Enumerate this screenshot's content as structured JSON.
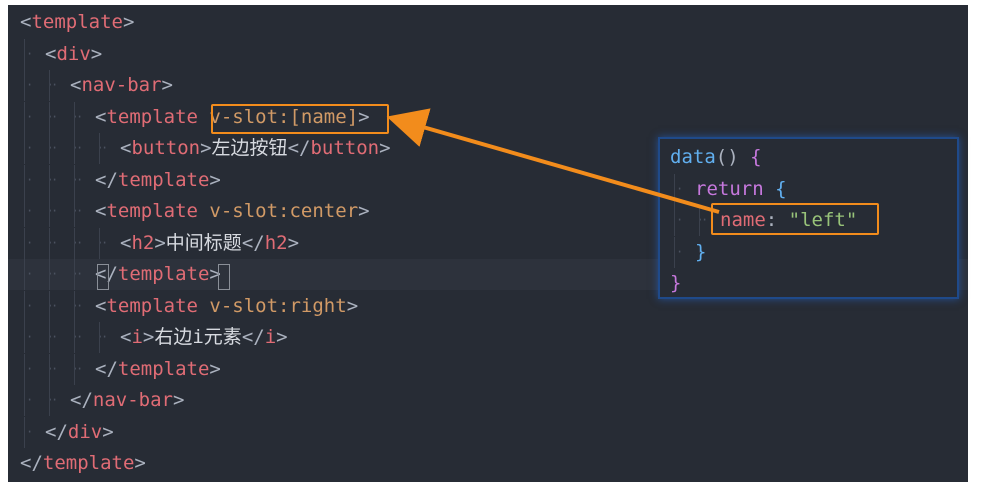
{
  "code_lines": [
    {
      "indent": 0,
      "parts": [
        [
          "br",
          "<"
        ],
        [
          "tag",
          "template"
        ],
        [
          "br",
          ">"
        ]
      ]
    },
    {
      "indent": 1,
      "parts": [
        [
          "br",
          "<"
        ],
        [
          "tag",
          "div"
        ],
        [
          "br",
          ">"
        ]
      ]
    },
    {
      "indent": 2,
      "parts": [
        [
          "br",
          "<"
        ],
        [
          "tag",
          "nav-bar"
        ],
        [
          "br",
          ">"
        ]
      ]
    },
    {
      "indent": 3,
      "parts": [
        [
          "br",
          "<"
        ],
        [
          "tag",
          "template"
        ],
        [
          "txt",
          " "
        ],
        [
          "attr",
          "v-slot:[name]"
        ],
        [
          "br",
          ">"
        ]
      ]
    },
    {
      "indent": 4,
      "parts": [
        [
          "br",
          "<"
        ],
        [
          "tag",
          "button"
        ],
        [
          "br",
          ">"
        ],
        [
          "txt",
          "左边按钮"
        ],
        [
          "br",
          "</"
        ],
        [
          "tag",
          "button"
        ],
        [
          "br",
          ">"
        ]
      ]
    },
    {
      "indent": 3,
      "parts": [
        [
          "br",
          "</"
        ],
        [
          "tag",
          "template"
        ],
        [
          "br",
          ">"
        ]
      ]
    },
    {
      "indent": 3,
      "parts": [
        [
          "br",
          "<"
        ],
        [
          "tag",
          "template"
        ],
        [
          "txt",
          " "
        ],
        [
          "attr",
          "v-slot:center"
        ],
        [
          "br",
          ">"
        ]
      ]
    },
    {
      "indent": 4,
      "parts": [
        [
          "br",
          "<"
        ],
        [
          "tag",
          "h2"
        ],
        [
          "br",
          ">"
        ],
        [
          "txt",
          "中间标题"
        ],
        [
          "br",
          "</"
        ],
        [
          "tag",
          "h2"
        ],
        [
          "br",
          ">"
        ]
      ]
    },
    {
      "indent": 3,
      "parts": [
        [
          "br",
          "</"
        ],
        [
          "tag",
          "template"
        ],
        [
          "br",
          ">"
        ]
      ]
    },
    {
      "indent": 3,
      "parts": [
        [
          "br",
          "<"
        ],
        [
          "tag",
          "template"
        ],
        [
          "txt",
          " "
        ],
        [
          "attr",
          "v-slot:right"
        ],
        [
          "br",
          ">"
        ]
      ]
    },
    {
      "indent": 4,
      "parts": [
        [
          "br",
          "<"
        ],
        [
          "tag",
          "i"
        ],
        [
          "br",
          ">"
        ],
        [
          "txt",
          "右边i元素"
        ],
        [
          "br",
          "</"
        ],
        [
          "tag",
          "i"
        ],
        [
          "br",
          ">"
        ]
      ]
    },
    {
      "indent": 3,
      "parts": [
        [
          "br",
          "</"
        ],
        [
          "tag",
          "template"
        ],
        [
          "br",
          ">"
        ]
      ]
    },
    {
      "indent": 2,
      "parts": [
        [
          "br",
          "</"
        ],
        [
          "tag",
          "nav-bar"
        ],
        [
          "br",
          ">"
        ]
      ]
    },
    {
      "indent": 1,
      "parts": [
        [
          "br",
          "</"
        ],
        [
          "tag",
          "div"
        ],
        [
          "br",
          ">"
        ]
      ]
    },
    {
      "indent": 0,
      "parts": [
        [
          "br",
          "</"
        ],
        [
          "tag",
          "template"
        ],
        [
          "br",
          ">"
        ]
      ]
    }
  ],
  "popup_lines": [
    {
      "indent": 0,
      "parts": [
        [
          "fn",
          "data"
        ],
        [
          "br",
          "() "
        ],
        [
          "kw",
          "{"
        ]
      ]
    },
    {
      "indent": 1,
      "parts": [
        [
          "kw",
          "return"
        ],
        [
          "br",
          " "
        ],
        [
          "fn",
          "{"
        ]
      ]
    },
    {
      "indent": 2,
      "parts": [
        [
          "prop",
          "name"
        ],
        [
          "br",
          ": "
        ],
        [
          "str",
          "\"left\""
        ]
      ]
    },
    {
      "indent": 1,
      "parts": [
        [
          "fn",
          "}"
        ]
      ]
    },
    {
      "indent": 0,
      "parts": [
        [
          "kw",
          "}"
        ]
      ]
    }
  ],
  "colors": {
    "editor_bg": "#272c35",
    "highlight": "#f28c1c",
    "popup_border": "#1f4a8a"
  }
}
